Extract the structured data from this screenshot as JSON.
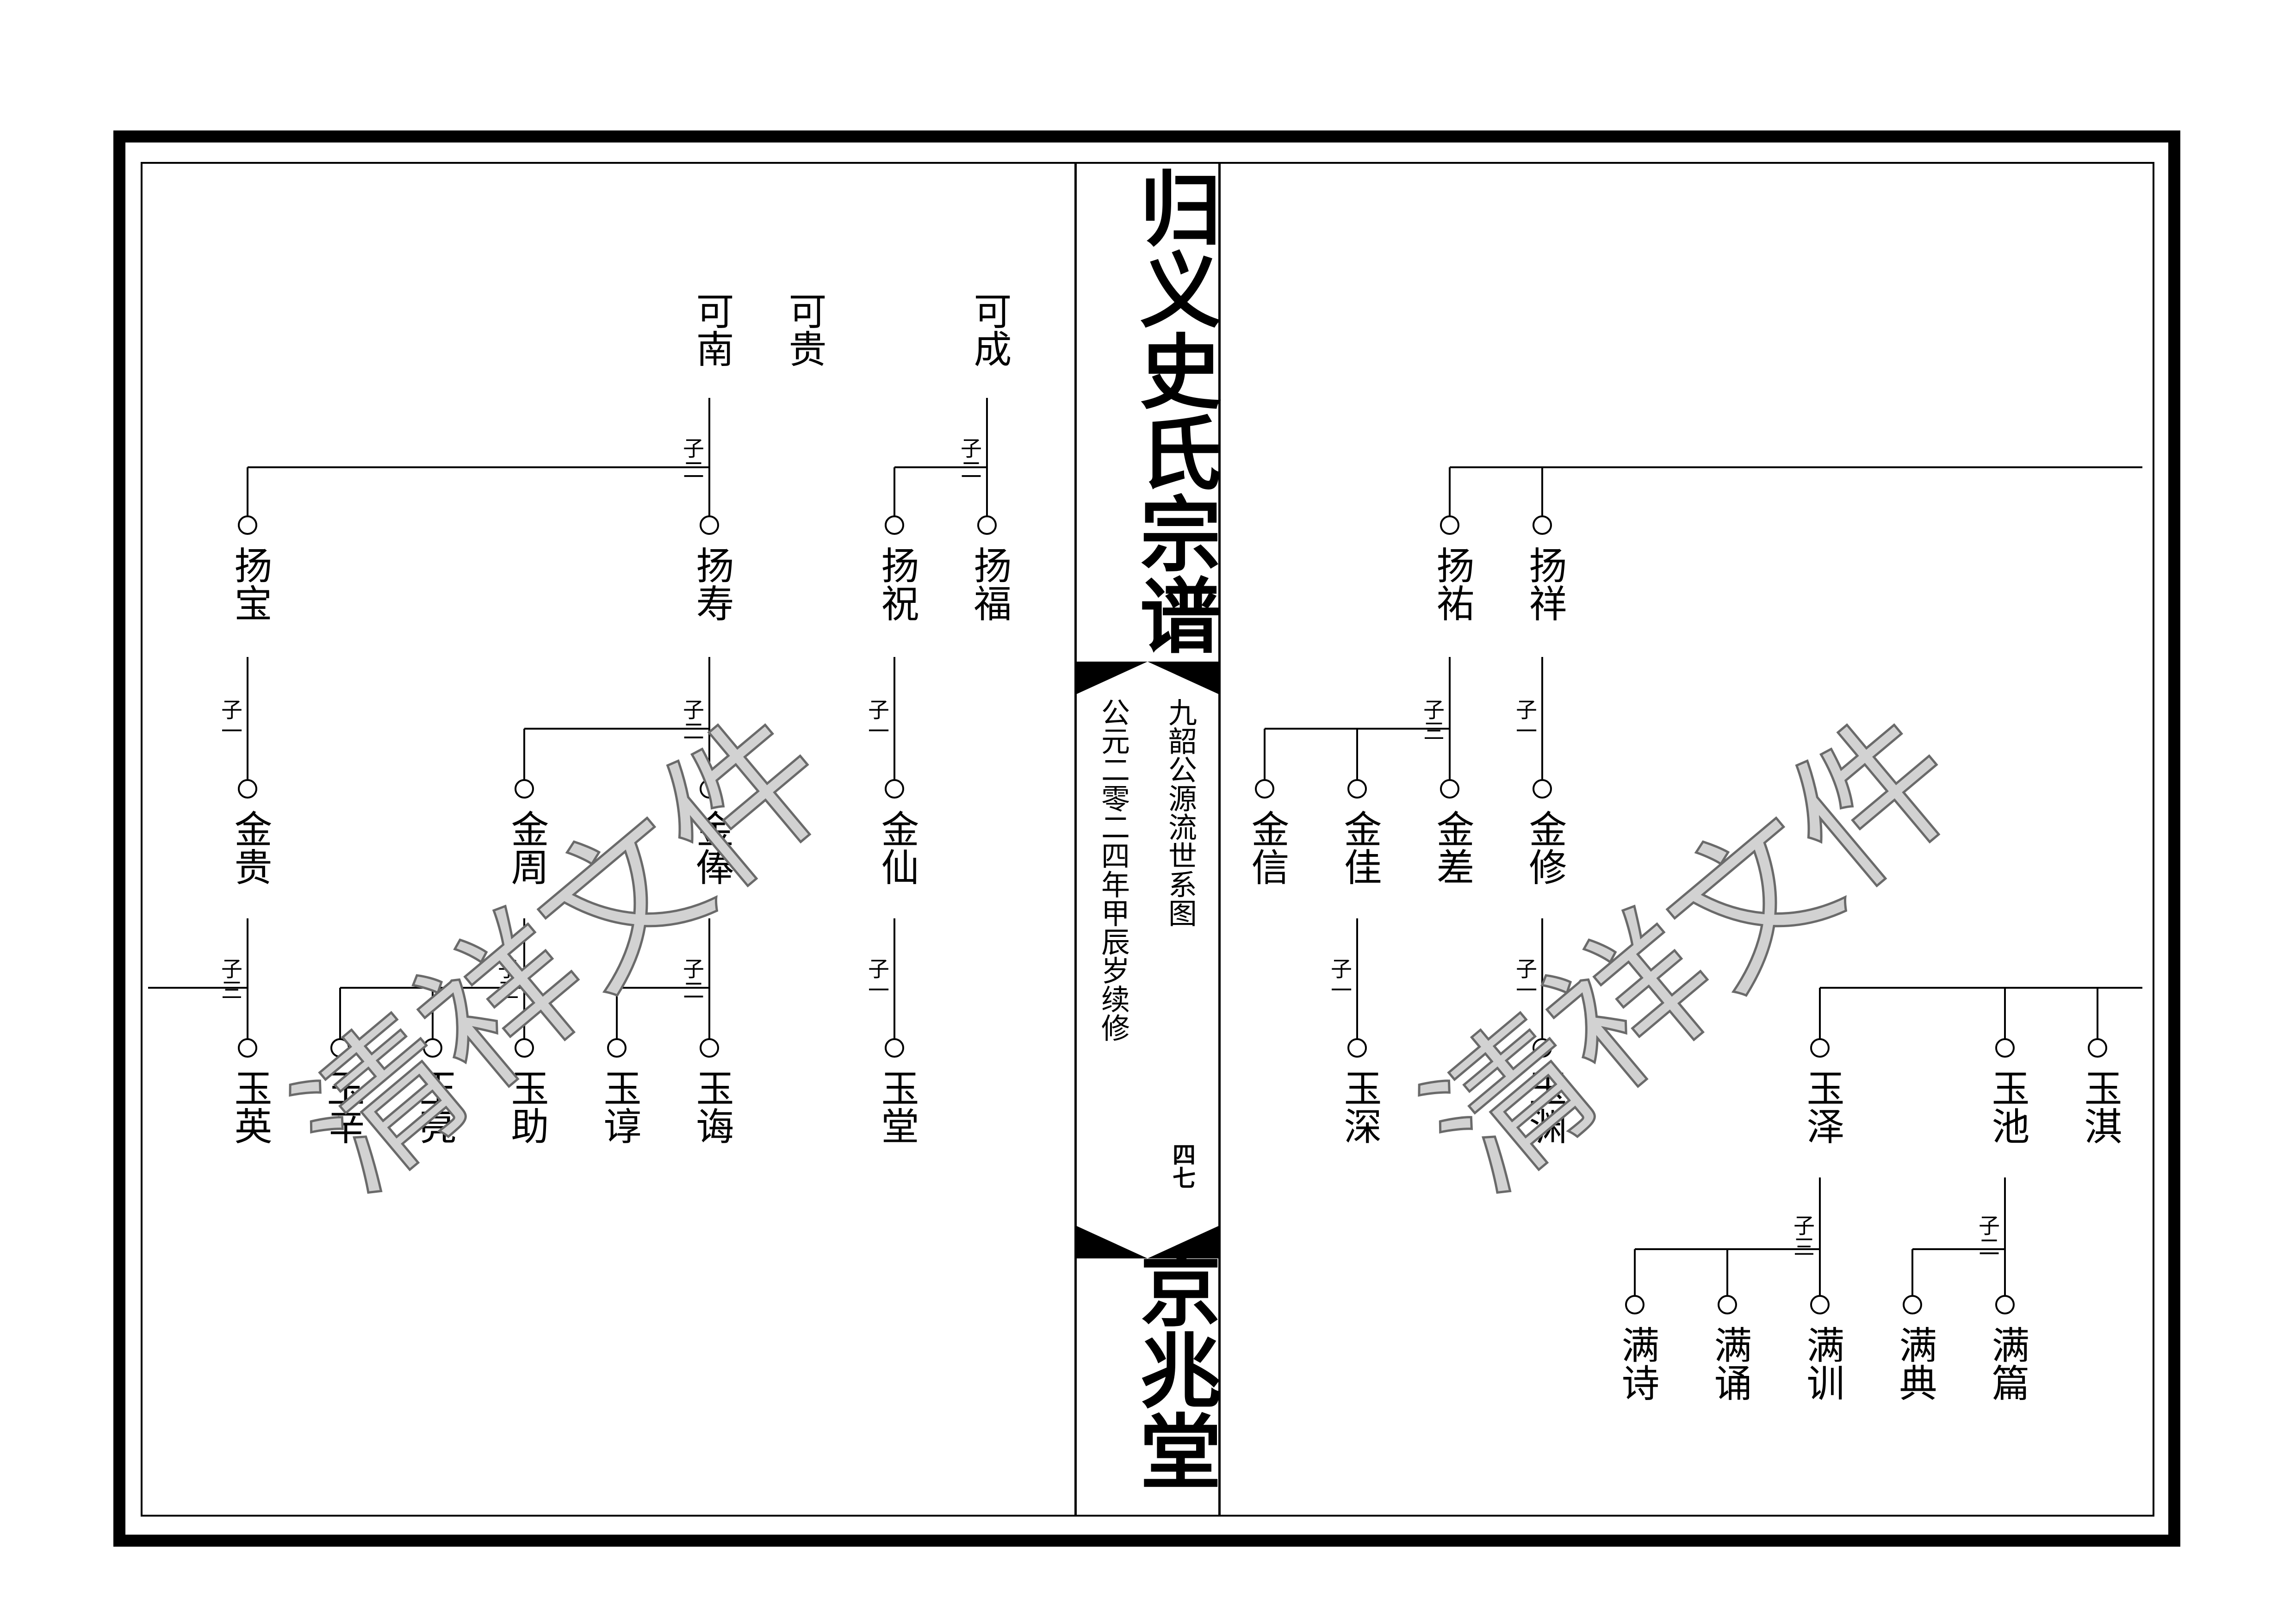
{
  "spine": {
    "title": "归义史氏宗谱",
    "hall": "京兆堂",
    "branch": "九韶公源流世系图",
    "date": "公元二零二四年甲辰岁续修",
    "page": "四七"
  },
  "watermark": "清祥文件",
  "left_page": {
    "grandparents": [
      "可成",
      "可贵",
      "可南"
    ],
    "sons_labels": {
      "kecheng": "子二",
      "kenan": "子二"
    },
    "gen1": [
      "扬福",
      "扬祝",
      "扬寿",
      "扬宝"
    ],
    "gen1_labels": {
      "yangzhu": "子一",
      "yangshou": "子二",
      "yangbao": "子一"
    },
    "gen2": [
      "金仙",
      "金俸",
      "金周",
      "金贵"
    ],
    "gen2_labels": {
      "jinxian": "子一",
      "jinfeng": "子二",
      "jinzhou": "子三",
      "jingui": "子三"
    },
    "gen3": [
      "玉堂",
      "玉诲",
      "玉谆",
      "玉助",
      "玉亮",
      "玉辛",
      "玉英"
    ]
  },
  "right_page": {
    "gen1": [
      "扬祥",
      "扬祐"
    ],
    "gen1_labels": {
      "yangxiang": "子一",
      "yangyou": "子三"
    },
    "gen2": [
      "金修",
      "金差",
      "金佳",
      "金信"
    ],
    "gen2_labels": {
      "jinxiu": "子一",
      "jinjia": "子一"
    },
    "gen3": [
      "玉渊",
      "玉深",
      "玉泽",
      "玉池",
      "玉淇"
    ],
    "gen3_labels": {
      "yuze": "子三",
      "yuchi": "子二"
    },
    "gen4": [
      "满训",
      "满诵",
      "满诗",
      "满篇",
      "满典"
    ]
  }
}
